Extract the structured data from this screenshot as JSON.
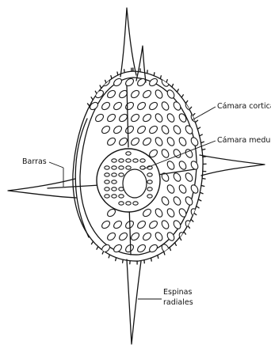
{
  "labels": {
    "cortical": "Cámara cortical",
    "medular": "Cámara medular",
    "barras": "Barras",
    "espinas_1": "Espinas",
    "espinas_2": "radiales"
  },
  "colors": {
    "ink": "#141414",
    "paper": "#ffffff"
  },
  "icons": [
    "radiolarian-illustration"
  ]
}
